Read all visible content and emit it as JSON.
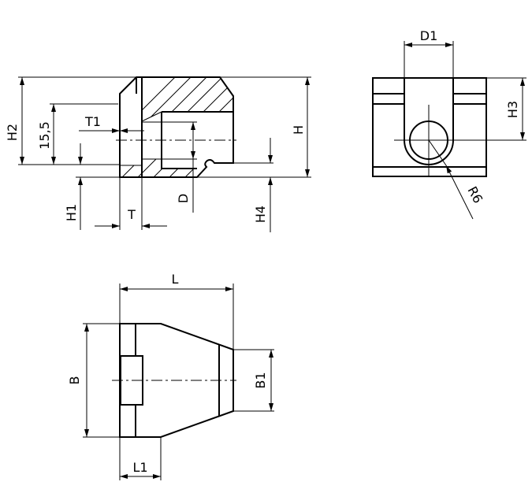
{
  "colors": {
    "line": "#000000",
    "background": "#ffffff"
  },
  "front_view": {
    "labels": {
      "h2": "H2",
      "dim_15_5": "15,5",
      "t1": "T1",
      "h1": "H1",
      "t": "T",
      "d": "D",
      "h4": "H4",
      "h": "H"
    }
  },
  "side_view": {
    "labels": {
      "d1": "D1",
      "h3": "H3",
      "r6": "R6"
    }
  },
  "top_view": {
    "labels": {
      "l": "L",
      "b": "B",
      "b1": "B1",
      "l1": "L1"
    }
  }
}
